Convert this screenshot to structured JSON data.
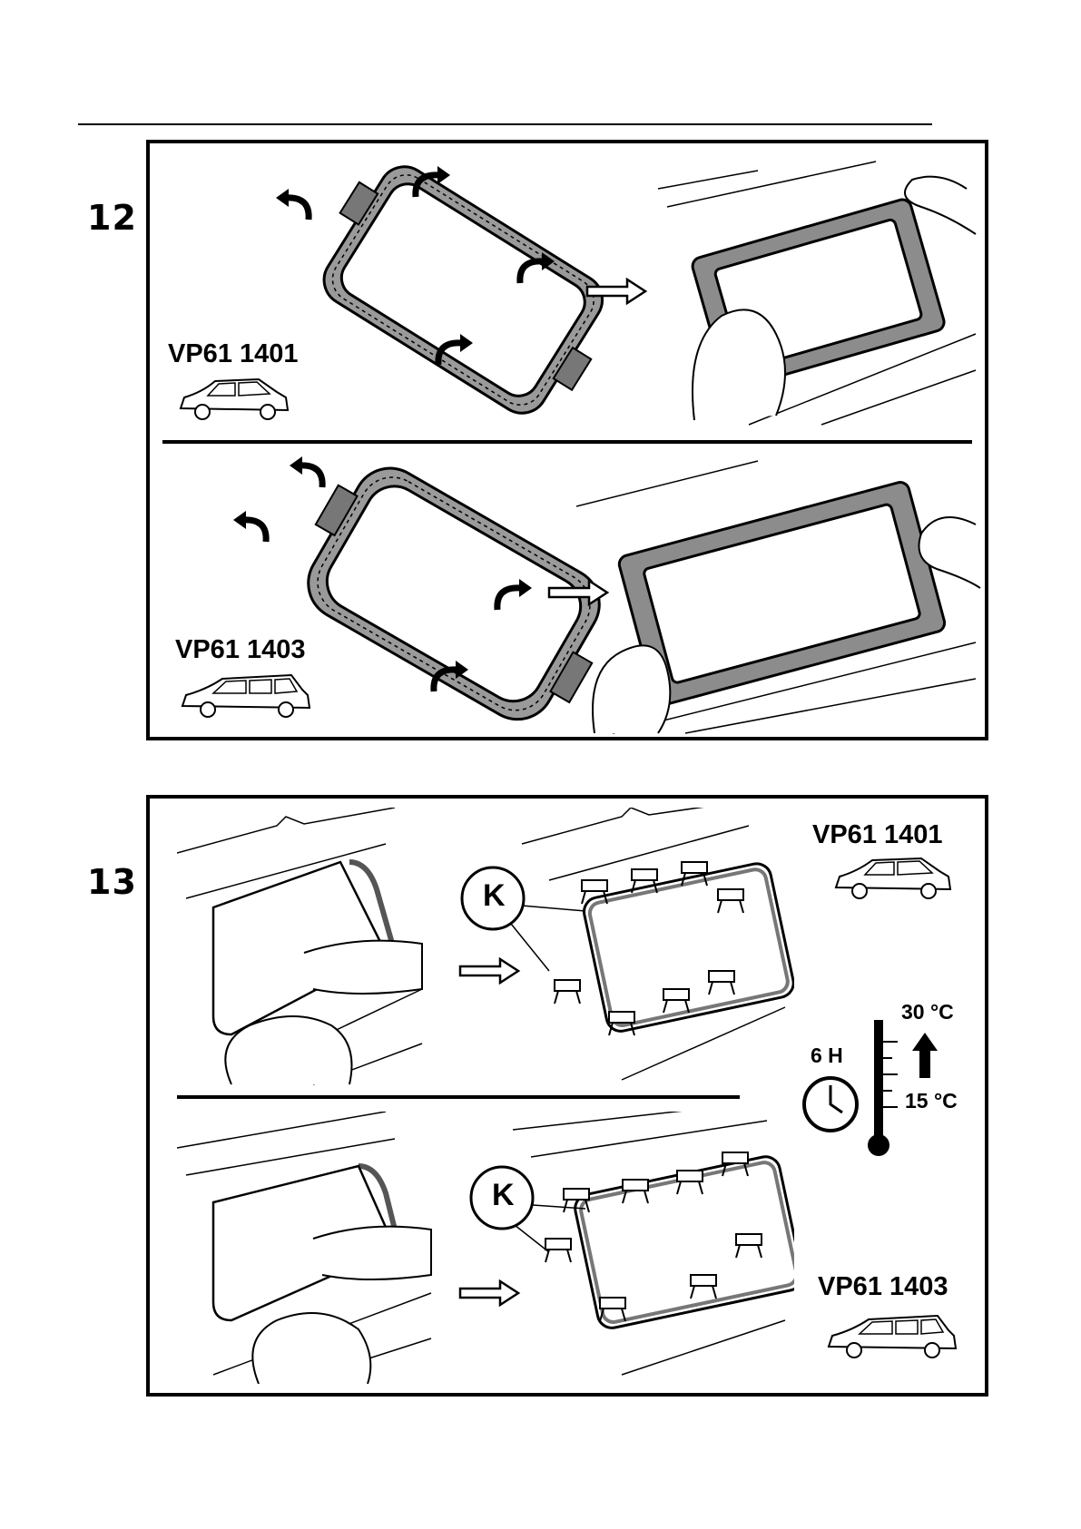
{
  "steps": [
    {
      "number": "12",
      "variants": [
        {
          "code": "VP61 1401",
          "vehicle": "hatchback-car-icon"
        },
        {
          "code": "VP61 1403",
          "vehicle": "estate-car-icon"
        }
      ]
    },
    {
      "number": "13",
      "variants": [
        {
          "code": "VP61 1401",
          "vehicle": "hatchback-car-icon"
        },
        {
          "code": "VP61 1403",
          "vehicle": "estate-car-icon"
        }
      ],
      "clip_label": "K",
      "curing": {
        "time": "6 H",
        "temp_high": "30 °C",
        "temp_low": "15 °C"
      }
    }
  ],
  "icons": [
    "rotate-arrow-icon",
    "right-arrow-icon",
    "clock-icon",
    "thermometer-icon",
    "up-arrow-icon",
    "binder-clip-icon"
  ],
  "colors": {
    "ink": "#000000",
    "frame_gray": "#8c8c8c",
    "paper": "#ffffff"
  }
}
